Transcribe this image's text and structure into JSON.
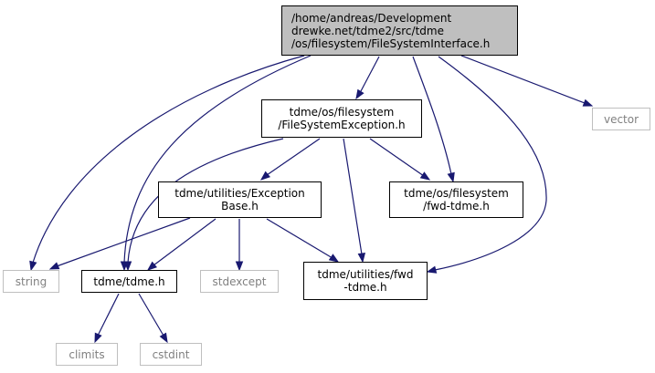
{
  "diagram": {
    "nodes": {
      "root": {
        "lines": [
          "/home/andreas/Development",
          "drewke.net/tdme2/src/tdme",
          "/os/filesystem/FileSystemInterface.h"
        ]
      },
      "fsexception": {
        "lines": [
          "tdme/os/filesystem",
          "/FileSystemException.h"
        ]
      },
      "exceptionbase": {
        "lines": [
          "tdme/utilities/Exception",
          "Base.h"
        ]
      },
      "fs_fwd": {
        "lines": [
          "tdme/os/filesystem",
          "/fwd-tdme.h"
        ]
      },
      "util_fwd": {
        "lines": [
          "tdme/utilities/fwd",
          "-tdme.h"
        ]
      },
      "tdme_h": {
        "lines": [
          "tdme/tdme.h"
        ]
      },
      "string": {
        "lines": [
          "string"
        ]
      },
      "stdexcept": {
        "lines": [
          "stdexcept"
        ]
      },
      "vector": {
        "lines": [
          "vector"
        ]
      },
      "climits": {
        "lines": [
          "climits"
        ]
      },
      "cstdint": {
        "lines": [
          "cstdint"
        ]
      }
    },
    "edges": [
      [
        "root",
        "fsexception"
      ],
      [
        "root",
        "string"
      ],
      [
        "root",
        "tdme_h"
      ],
      [
        "root",
        "fs_fwd"
      ],
      [
        "root",
        "util_fwd"
      ],
      [
        "root",
        "vector"
      ],
      [
        "fsexception",
        "exceptionbase"
      ],
      [
        "fsexception",
        "fs_fwd"
      ],
      [
        "fsexception",
        "util_fwd"
      ],
      [
        "fsexception",
        "tdme_h"
      ],
      [
        "exceptionbase",
        "string"
      ],
      [
        "exceptionbase",
        "tdme_h"
      ],
      [
        "exceptionbase",
        "stdexcept"
      ],
      [
        "exceptionbase",
        "util_fwd"
      ],
      [
        "tdme_h",
        "climits"
      ],
      [
        "tdme_h",
        "cstdint"
      ]
    ],
    "colors": {
      "edge": "#191970",
      "root_fill": "#bfbfbf",
      "system_border": "#bfbfbf",
      "system_text": "#808080"
    }
  }
}
